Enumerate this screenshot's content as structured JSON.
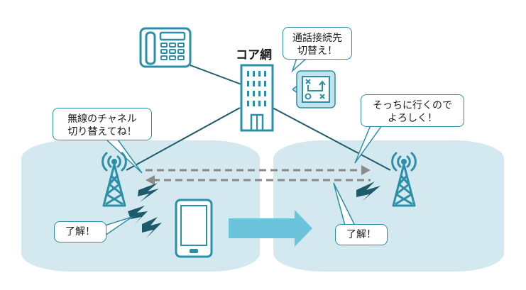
{
  "core_label": "コア網",
  "bubbles": {
    "core_switch": "通話接続先\n切替え！",
    "target_cell": "そっちに行くので\nよろしく！",
    "source_cell": "無線のチャネル\n切り替えてね！",
    "terminal_ack": "了解！",
    "target_ack": "了解！"
  },
  "colors": {
    "outline": "#2a8fa8",
    "cell_fill": "#d4e8ef",
    "arrow_fill": "#6cc4dc",
    "bolt": "#1d5b6b",
    "dash": "#8a8a8a"
  },
  "icons": [
    "telephone-icon",
    "core-building-icon",
    "switch-map-icon",
    "base-station-tower-icon",
    "smartphone-icon",
    "lightning-bolt-icon"
  ]
}
